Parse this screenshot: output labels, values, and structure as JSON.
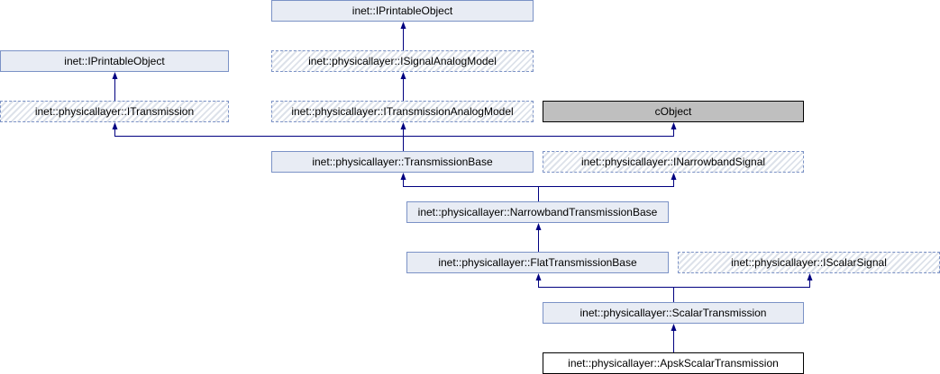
{
  "diagram": {
    "nodes": [
      {
        "id": "printable_top",
        "label": "inet::IPrintableObject",
        "kind": "normal"
      },
      {
        "id": "printable_left",
        "label": "inet::IPrintableObject",
        "kind": "normal"
      },
      {
        "id": "isignal_analog",
        "label": "inet::physicallayer::ISignalAnalogModel",
        "kind": "iface"
      },
      {
        "id": "itransmission",
        "label": "inet::physicallayer::ITransmission",
        "kind": "iface"
      },
      {
        "id": "itransmission_analog",
        "label": "inet::physicallayer::ITransmissionAnalogModel",
        "kind": "iface"
      },
      {
        "id": "cobject",
        "label": "cObject",
        "kind": "ext"
      },
      {
        "id": "transmission_base",
        "label": "inet::physicallayer::TransmissionBase",
        "kind": "normal"
      },
      {
        "id": "inarrowband",
        "label": "inet::physicallayer::INarrowbandSignal",
        "kind": "iface"
      },
      {
        "id": "narrowband_base",
        "label": "inet::physicallayer::NarrowbandTransmissionBase",
        "kind": "normal"
      },
      {
        "id": "flat_base",
        "label": "inet::physicallayer::FlatTransmissionBase",
        "kind": "normal"
      },
      {
        "id": "iscalar",
        "label": "inet::physicallayer::IScalarSignal",
        "kind": "iface"
      },
      {
        "id": "scalar_transmission",
        "label": "inet::physicallayer::ScalarTransmission",
        "kind": "normal"
      },
      {
        "id": "apsk_scalar",
        "label": "inet::physicallayer::ApskScalarTransmission",
        "kind": "self"
      }
    ],
    "edges": [
      {
        "from": "isignal_analog",
        "to": "printable_top"
      },
      {
        "from": "itransmission",
        "to": "printable_left"
      },
      {
        "from": "itransmission_analog",
        "to": "isignal_analog"
      },
      {
        "from": "transmission_base",
        "to": "itransmission"
      },
      {
        "from": "transmission_base",
        "to": "itransmission_analog"
      },
      {
        "from": "transmission_base",
        "to": "cobject"
      },
      {
        "from": "narrowband_base",
        "to": "transmission_base"
      },
      {
        "from": "narrowband_base",
        "to": "inarrowband"
      },
      {
        "from": "flat_base",
        "to": "narrowband_base"
      },
      {
        "from": "scalar_transmission",
        "to": "flat_base"
      },
      {
        "from": "scalar_transmission",
        "to": "iscalar"
      },
      {
        "from": "apsk_scalar",
        "to": "scalar_transmission"
      }
    ],
    "colors": {
      "edge": "#000080",
      "border": "#7b92c6",
      "fill": "#e8ecf4"
    }
  }
}
